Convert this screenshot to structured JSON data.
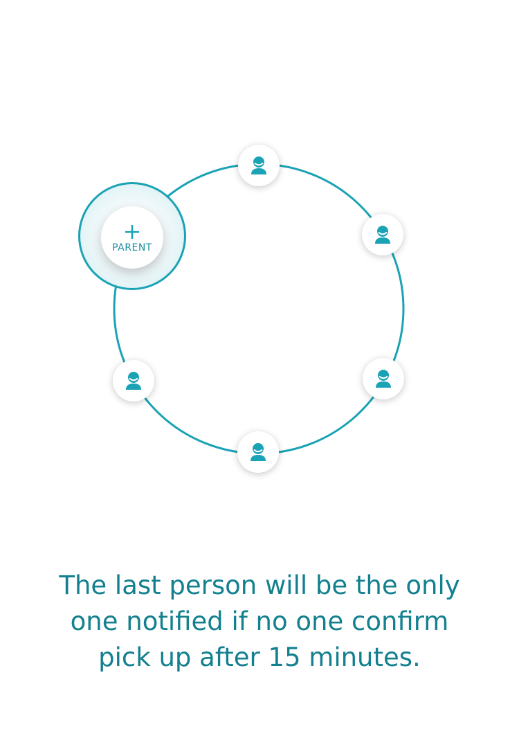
{
  "colors": {
    "accent": "#1aa2b5",
    "text": "#13808f",
    "background": "#ffffff"
  },
  "parent_node": {
    "icon": "plus-icon",
    "label": "PARENT"
  },
  "member_nodes": [
    {
      "icon": "person-icon"
    },
    {
      "icon": "person-icon"
    },
    {
      "icon": "person-icon"
    },
    {
      "icon": "person-icon"
    },
    {
      "icon": "person-icon"
    }
  ],
  "caption": {
    "line1": "The last person will be the only",
    "line2": "one notified if no one confirm",
    "line3": "pick up after 15 minutes."
  }
}
